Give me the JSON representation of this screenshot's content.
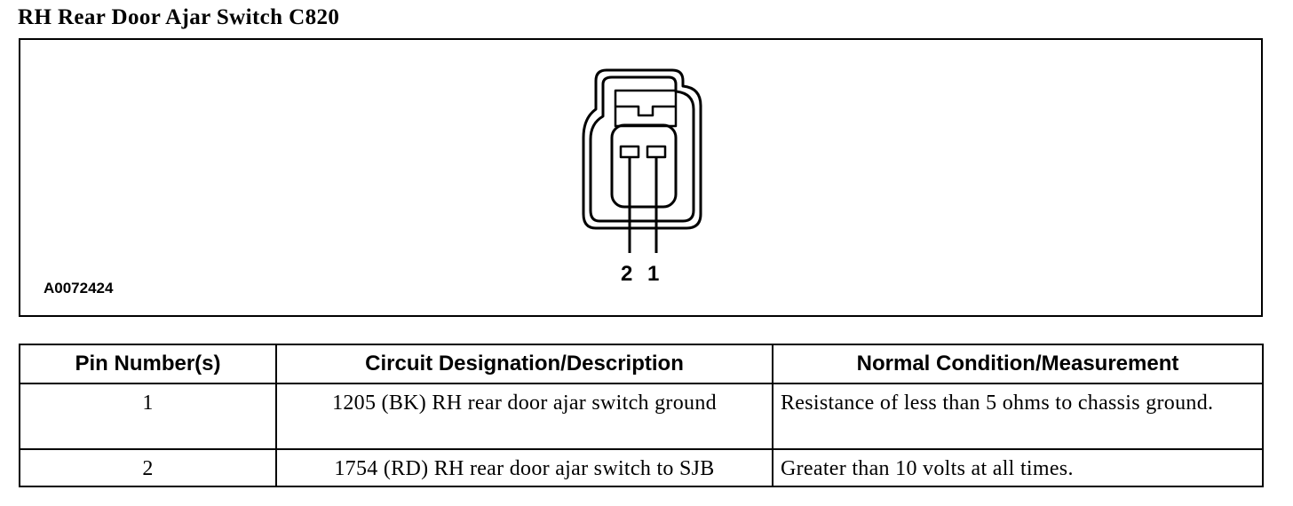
{
  "page": {
    "title": "RH Rear Door Ajar Switch C820"
  },
  "figure": {
    "id": "A0072424",
    "pin_labels": [
      "2",
      "1"
    ]
  },
  "table": {
    "headers": [
      "Pin Number(s)",
      "Circuit Designation/Description",
      "Normal Condition/Measurement"
    ],
    "rows": [
      {
        "pin": "1",
        "circuit": "1205 (BK) RH rear door ajar switch ground",
        "condition": "Resistance of less than 5 ohms to chassis ground."
      },
      {
        "pin": "2",
        "circuit": "1754 (RD) RH rear door ajar switch to SJB",
        "condition": "Greater than 10 volts at all times."
      }
    ]
  }
}
